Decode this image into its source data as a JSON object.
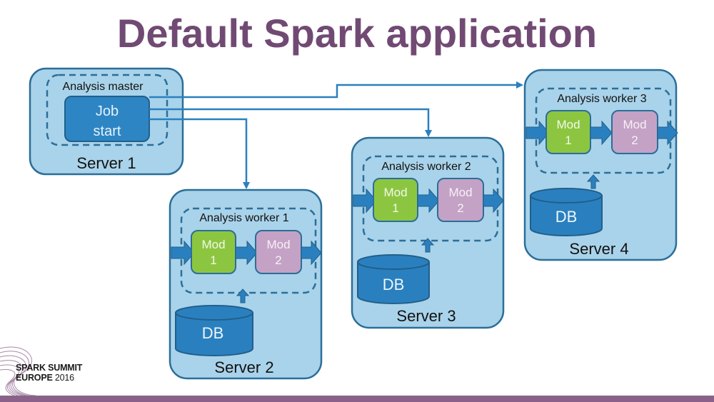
{
  "title": "Default Spark application",
  "colors": {
    "title": "#714a74",
    "server_fill": "#a9d3ea",
    "server_stroke": "#2b6e99",
    "accent_blue": "#2a80bf",
    "mod1_fill": "#8cc641",
    "mod2_fill": "#c4a2c6",
    "footer": "#8a6289"
  },
  "servers": [
    {
      "label": "Server 1",
      "group": "Analysis master",
      "job": [
        "Job",
        "start"
      ]
    },
    {
      "label": "Server 2",
      "group": "Analysis worker 1",
      "mod1": [
        "Mod",
        "1"
      ],
      "mod2": [
        "Mod",
        "2"
      ],
      "db": "DB"
    },
    {
      "label": "Server 3",
      "group": "Analysis worker 2",
      "mod1": [
        "Mod",
        "1"
      ],
      "mod2": [
        "Mod",
        "2"
      ],
      "db": "DB"
    },
    {
      "label": "Server 4",
      "group": "Analysis worker 3",
      "mod1": [
        "Mod",
        "1"
      ],
      "mod2": [
        "Mod",
        "2"
      ],
      "db": "DB"
    }
  ],
  "logo": {
    "line1": "SPARK SUMMIT",
    "line2": "EUROPE",
    "year": "2016"
  }
}
